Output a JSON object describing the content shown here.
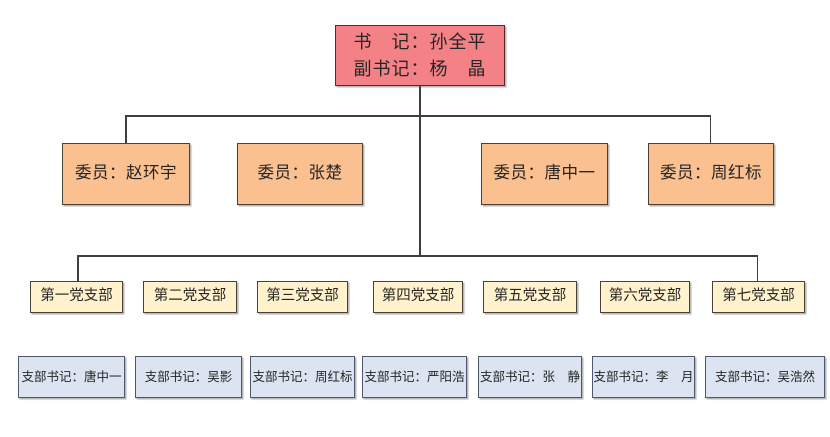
{
  "secretary": {
    "line1": "书　记：孙全平",
    "line2": "副书记：杨　晶"
  },
  "members": [
    {
      "label": "委员：赵环宇"
    },
    {
      "label": "委员：张楚"
    },
    {
      "label": "委员：唐中一"
    },
    {
      "label": "委员：周红标"
    }
  ],
  "branches": [
    {
      "label": "第一党支部"
    },
    {
      "label": "第二党支部"
    },
    {
      "label": "第三党支部"
    },
    {
      "label": "第四党支部"
    },
    {
      "label": "第五党支部"
    },
    {
      "label": "第六党支部"
    },
    {
      "label": "第七党支部"
    }
  ],
  "branch_secretaries": [
    {
      "label": "支部书记：唐中一"
    },
    {
      "label": "支部书记：吴影"
    },
    {
      "label": "支部书记：周红标"
    },
    {
      "label": "支部书记：严阳浩"
    },
    {
      "label": "支部书记：张　静"
    },
    {
      "label": "支部书记：李　月"
    },
    {
      "label": "支部书记：吴浩然"
    }
  ],
  "colors": {
    "secretary-fill": "#f48186",
    "secretary-border": "#5a282a",
    "member-fill": "#fac090",
    "member-border": "#4a4236",
    "branch-fill": "#fff2cc",
    "branch-border": "#4a4236",
    "leader-fill": "#dbe4f0",
    "leader-border": "#4d586c",
    "line-color": "#3f3f3f"
  }
}
